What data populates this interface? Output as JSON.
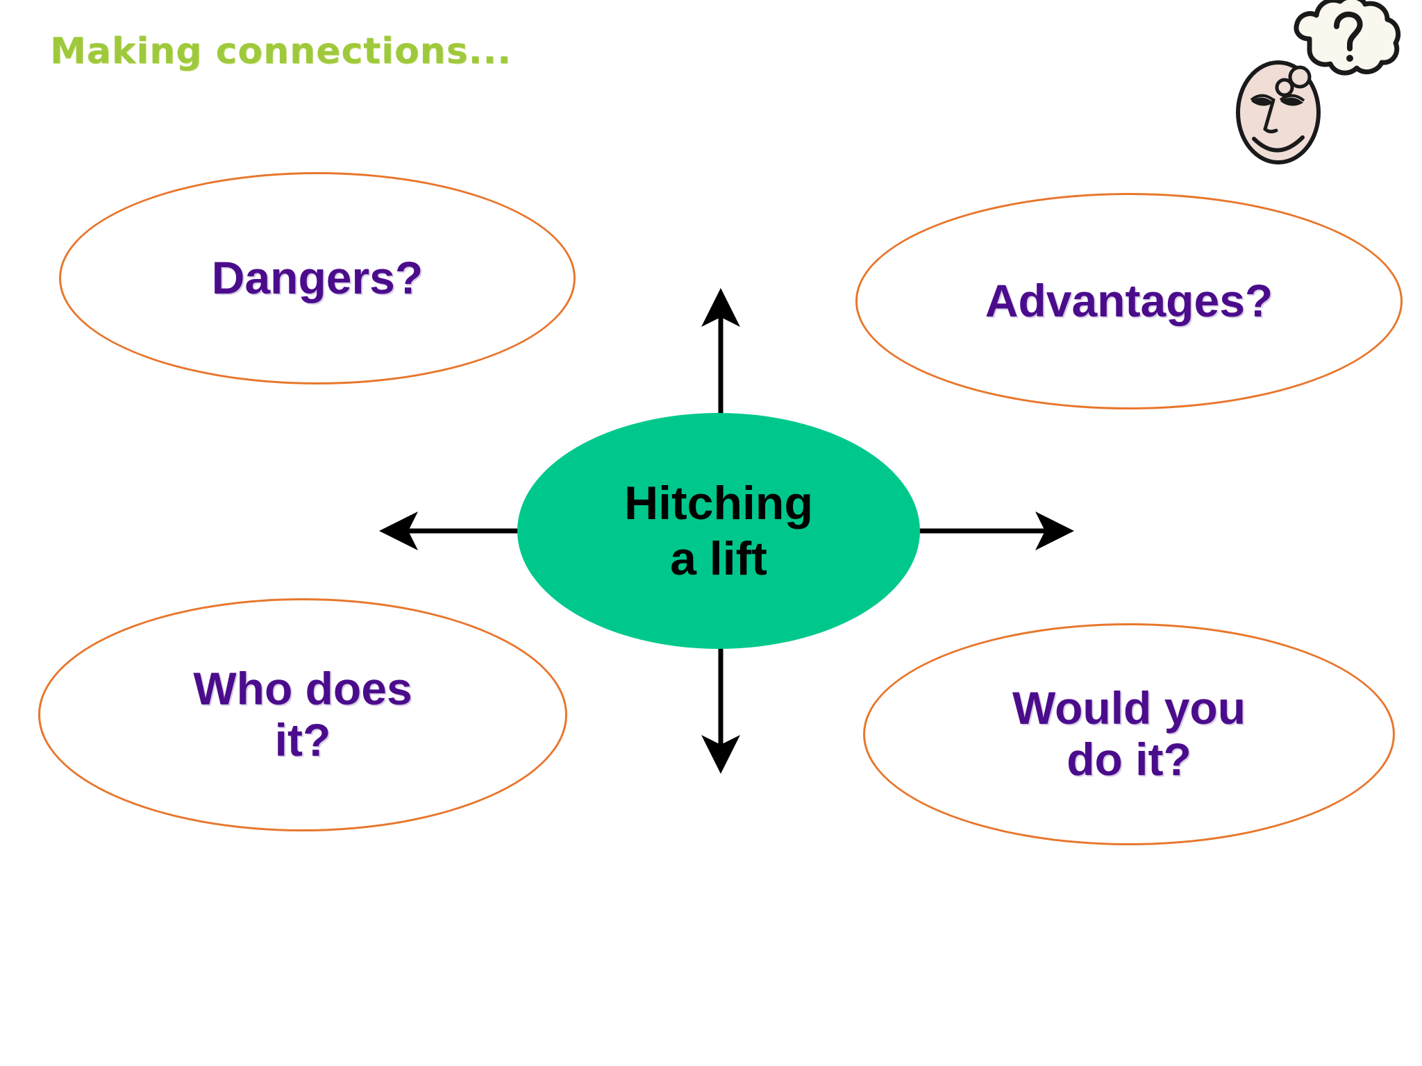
{
  "slide": {
    "title": "Making connections...",
    "title_color": "#9FC93C",
    "background_color": "#ffffff"
  },
  "decor": {
    "thinking_face_icon": "thinking-face-icon",
    "thought_bubble_text": "?",
    "skin_color": "#F0DDD6",
    "bubble_color": "#FAF8EE",
    "outline_color": "#1A1A1A"
  },
  "diagram": {
    "type": "mind-map",
    "center": {
      "label": "Hitching\na lift",
      "fill_color": "#00C88C",
      "text_color": "#000000"
    },
    "nodes": [
      {
        "id": "dangers",
        "label": "Dangers?",
        "position": "top-left",
        "outline_color": "#E8762C",
        "text_color": "#4B0C8C"
      },
      {
        "id": "advantages",
        "label": "Advantages?",
        "position": "top-right",
        "outline_color": "#E8762C",
        "text_color": "#4B0C8C"
      },
      {
        "id": "who-does-it",
        "label": "Who does\nit?",
        "position": "bottom-left",
        "outline_color": "#E8762C",
        "text_color": "#4B0C8C"
      },
      {
        "id": "would-you-do-it",
        "label": "Would you\ndo it?",
        "position": "bottom-right",
        "outline_color": "#E8762C",
        "text_color": "#4B0C8C"
      }
    ],
    "connectors": [
      {
        "id": "arrow-up",
        "direction": "up",
        "color": "#000000"
      },
      {
        "id": "arrow-down",
        "direction": "down",
        "color": "#000000"
      },
      {
        "id": "arrow-left",
        "direction": "left",
        "color": "#000000"
      },
      {
        "id": "arrow-right",
        "direction": "right",
        "color": "#000000"
      }
    ]
  }
}
